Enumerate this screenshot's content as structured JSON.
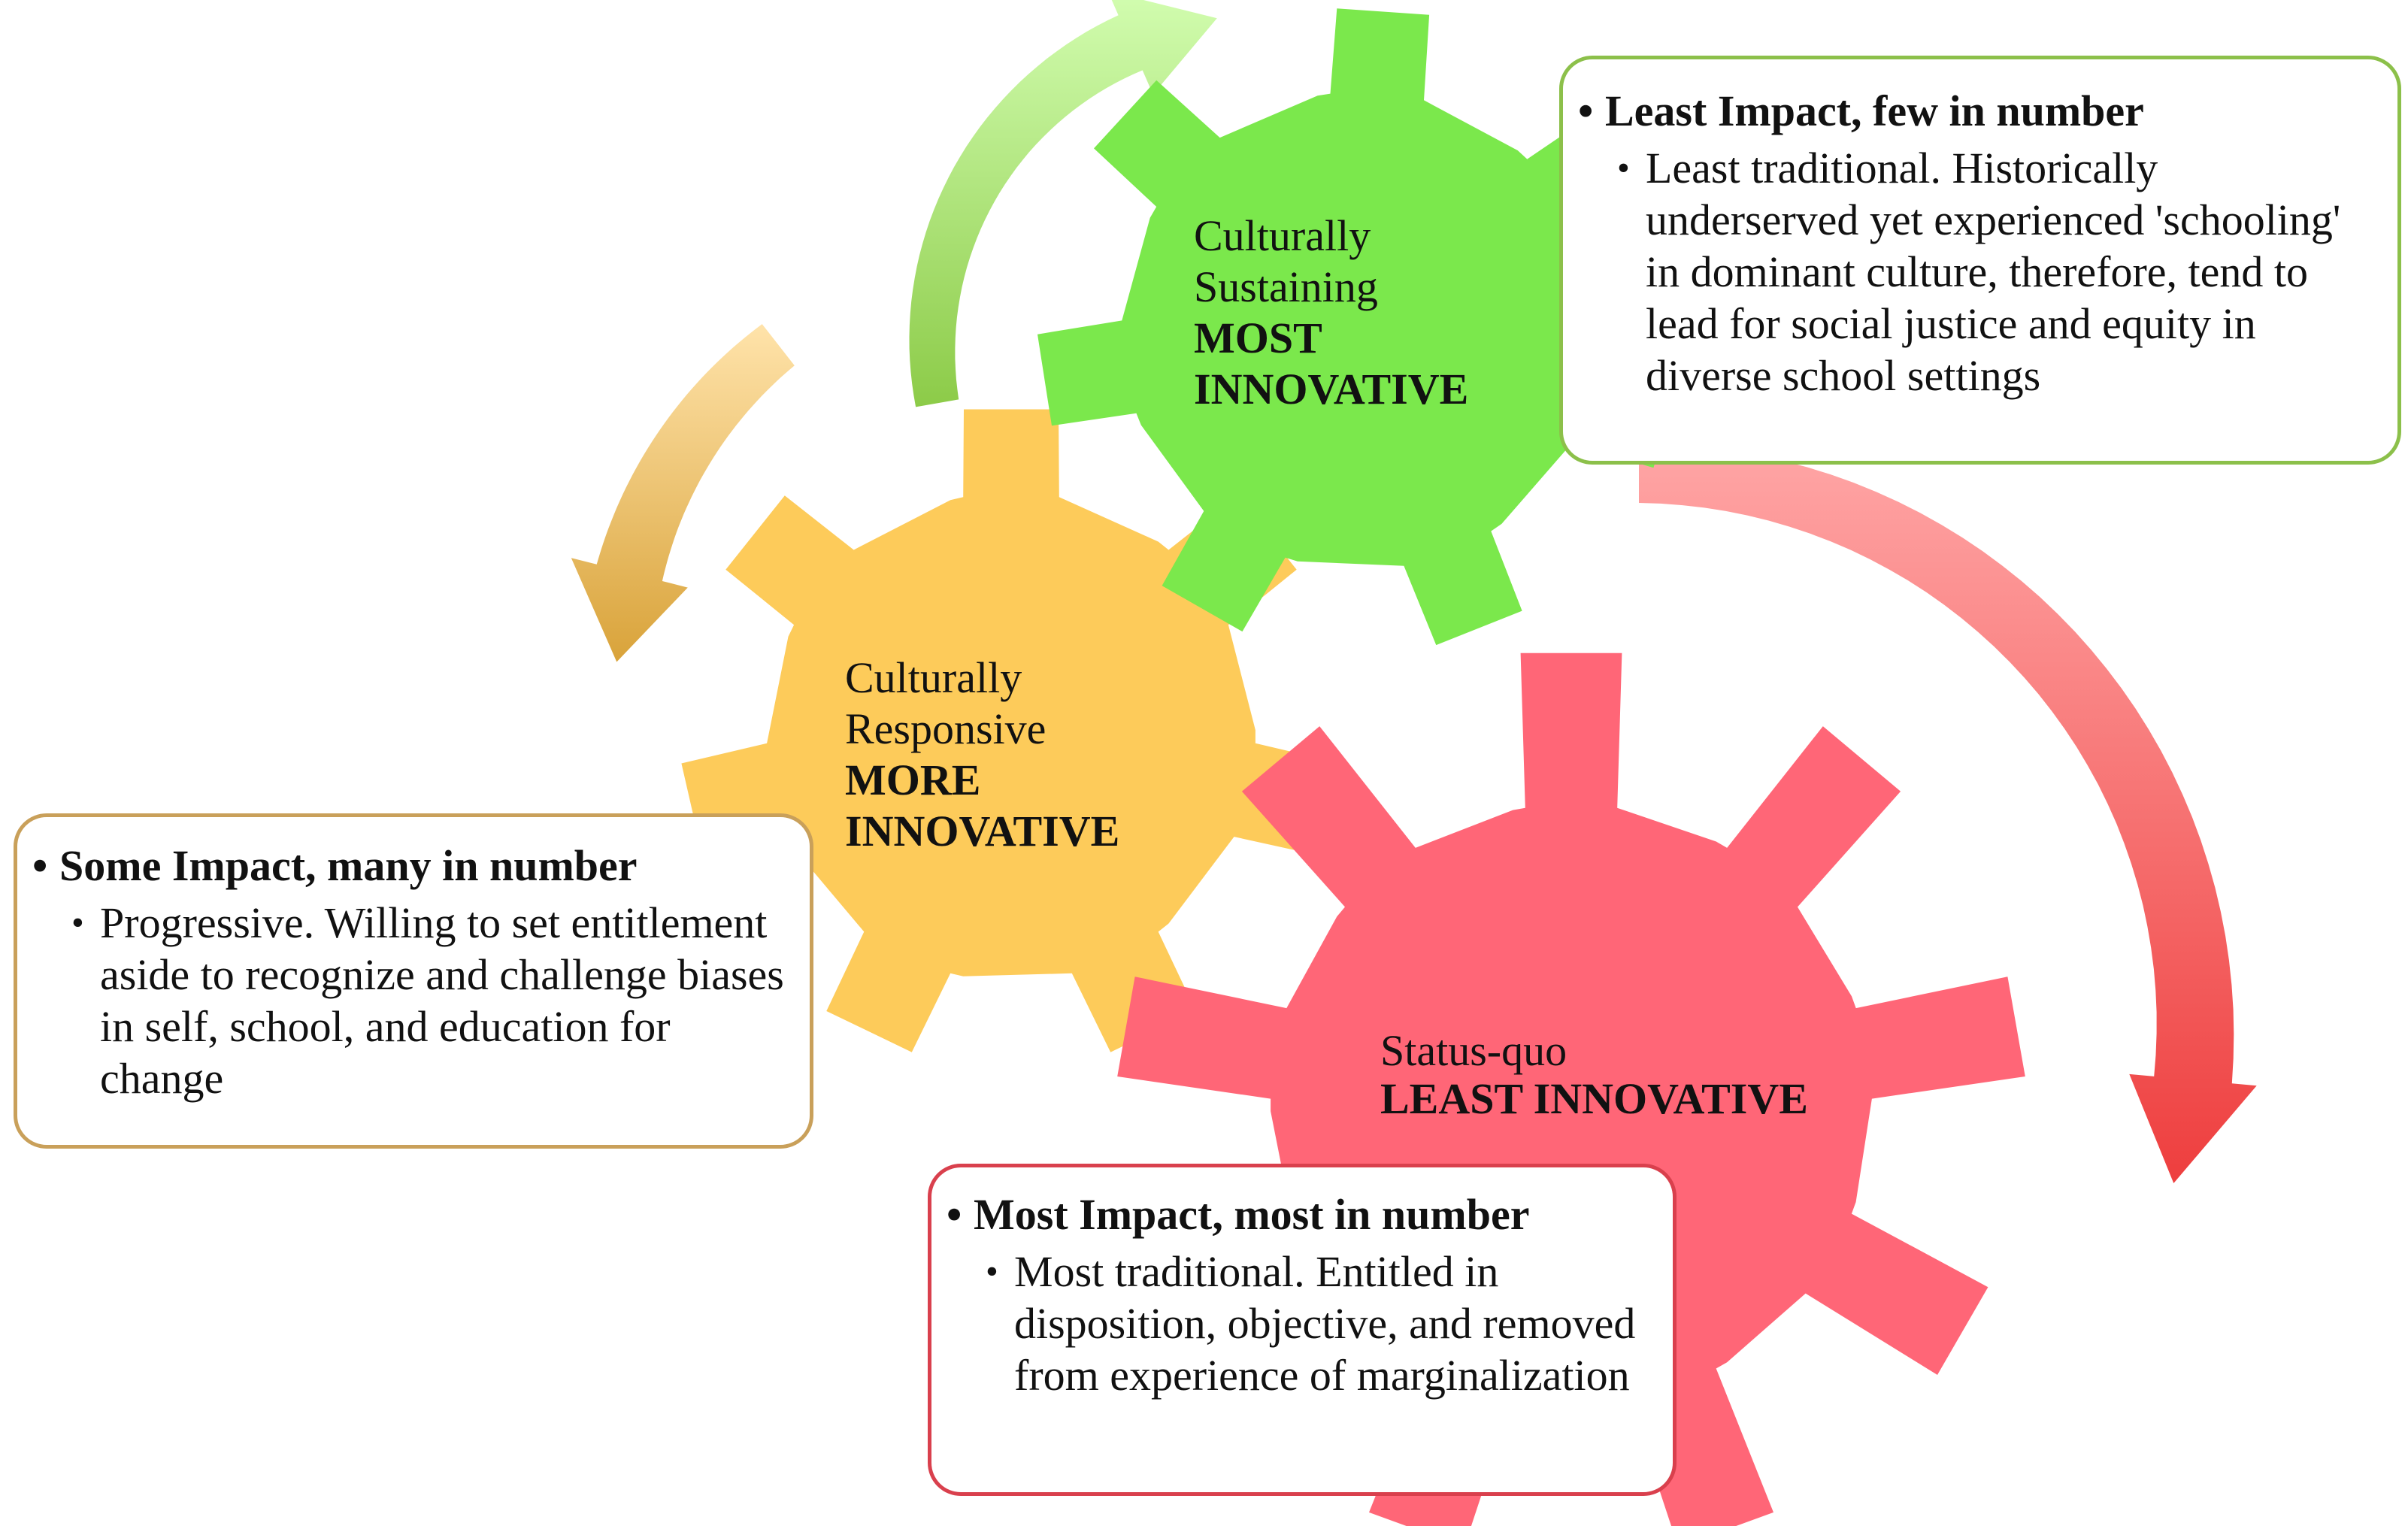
{
  "gears": {
    "sustaining": {
      "name": "Culturally Sustaining",
      "line1": "Culturally",
      "line2": "Sustaining",
      "rank_line1": "MOST",
      "rank_line2": "INNOVATIVE",
      "color": "#7BE84C"
    },
    "responsive": {
      "line1": "Culturally",
      "line2": "Responsive",
      "rank_line1": "MORE",
      "rank_line2": "INNOVATIVE",
      "color": "#FDCB5A"
    },
    "status_quo": {
      "line1": "Status-quo",
      "rank_line1": "LEAST INNOVATIVE",
      "color": "#FF6677"
    }
  },
  "boxes": {
    "sustaining": {
      "heading": "Least Impact, few in number",
      "detail": "Least traditional. Historically underserved yet experienced 'schooling' in dominant culture, therefore, tend to lead for social justice and equity in diverse school settings",
      "border_color": "#8CC04A"
    },
    "responsive": {
      "heading": "Some Impact, many in number",
      "detail": "Progressive. Willing to set entitlement aside to recognize and challenge biases in self, school, and education for change",
      "border_color": "#C9A05A"
    },
    "status_quo": {
      "heading": "Most Impact, most in number",
      "detail": "Most traditional. Entitled in disposition, objective, and removed from experience of marginalization",
      "border_color": "#D9404D"
    }
  },
  "arrows": {
    "green": {
      "color_light": "#D2FDB0",
      "color_dark": "#8CCB48"
    },
    "orange": {
      "color_light": "#FFE3AA",
      "color_dark": "#D9A33A"
    },
    "red": {
      "color_light": "#FFA6A6",
      "color_dark": "#EE3E3E"
    }
  }
}
